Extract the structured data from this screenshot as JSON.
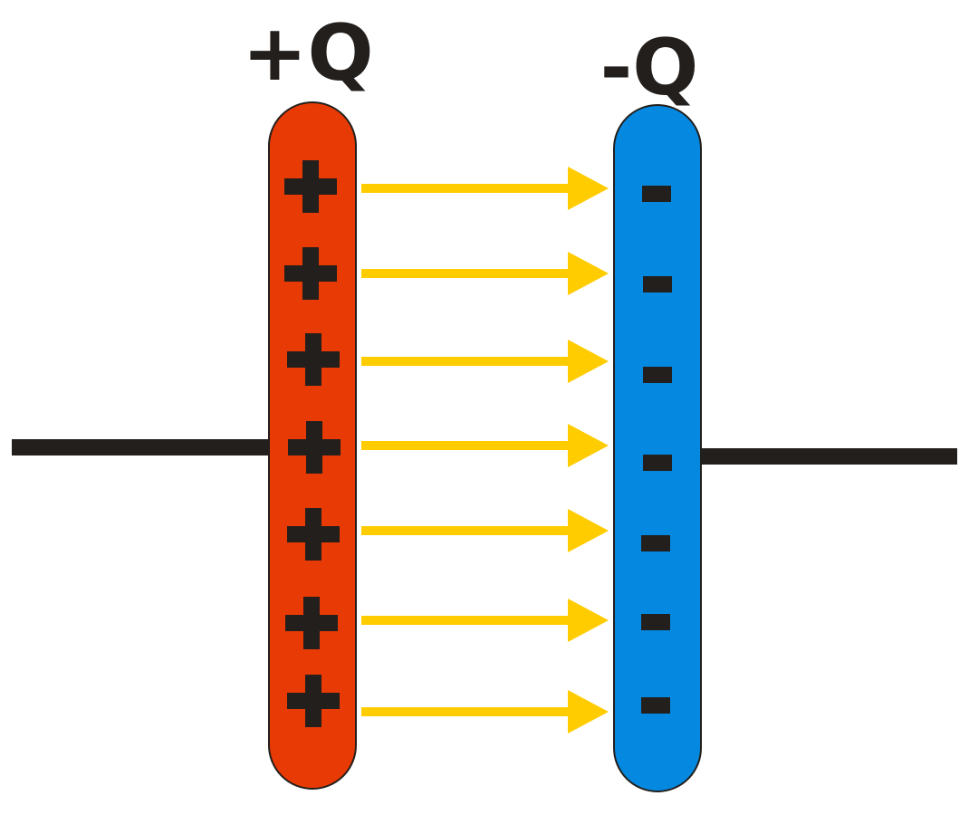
{
  "labels": {
    "positive_plate": "+Q",
    "negative_plate": "-Q"
  },
  "charges": {
    "positive_count": 7,
    "negative_count": 7
  },
  "field_lines": {
    "count": 7
  },
  "colors": {
    "positive_plate": "#e83a04",
    "negative_plate": "#0588e0",
    "field_arrow": "#ffcc00",
    "wire": "#231f1c",
    "charge_sign": "#231f1c",
    "outline": "#231f1c"
  }
}
